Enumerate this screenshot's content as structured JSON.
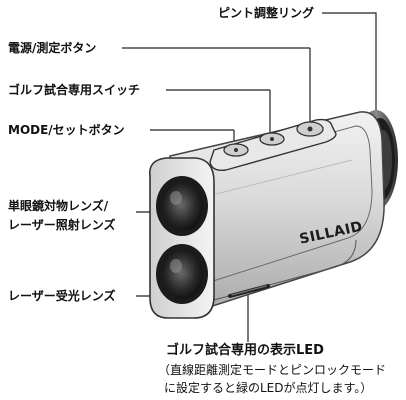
{
  "product": {
    "brand_text": "SILLAID"
  },
  "labels": {
    "focus_ring": "ピント調整リング",
    "power_button": "電源/測定ボタン",
    "golf_switch": "ゴルフ試合専用スイッチ",
    "mode_button": "MODE/セットボタン",
    "objective_lens_line1": "単眼鏡対物レンズ/",
    "objective_lens_line2": "レーザー照射レンズ",
    "receiver_lens": "レーザー受光レンズ",
    "golf_led": "ゴルフ試合専用の表示LED"
  },
  "note": {
    "line1": "（直線距離測定モードとピンロックモード",
    "line2": "に設定すると緑のLEDが点灯します。）"
  }
}
